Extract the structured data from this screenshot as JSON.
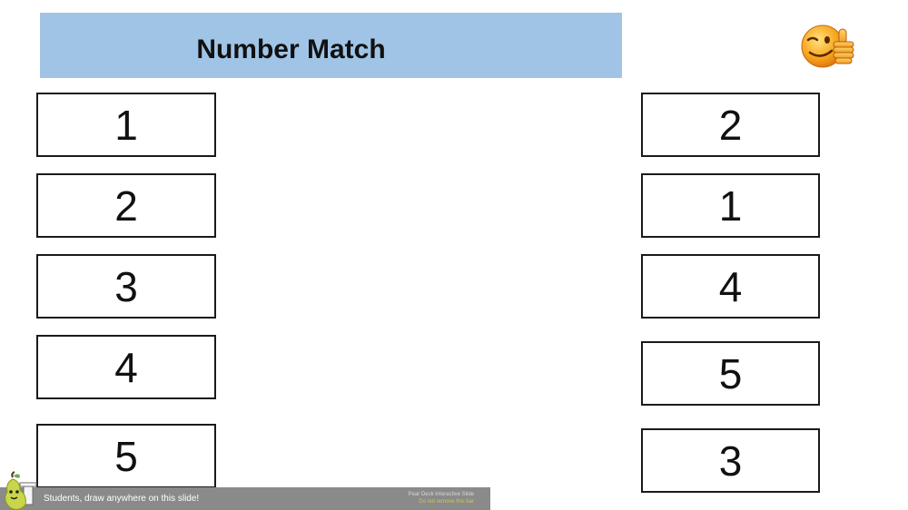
{
  "title": "Number Match",
  "left_numbers": [
    "1",
    "2",
    "3",
    "4",
    "5"
  ],
  "right_numbers": [
    "2",
    "1",
    "4",
    "5",
    "3"
  ],
  "icons": {
    "status": "winking-thumbs-up-emoji-icon",
    "footer": "pear-deck-logo-icon"
  },
  "footer": {
    "instruction": "Students, draw anywhere on this slide!",
    "brand_line1": "Pear Deck Interactive Slide",
    "brand_line2": "Do not remove this bar"
  },
  "colors": {
    "title_banner": "#a0c4e6",
    "footer_bar": "#8a8a8a",
    "box_border": "#1a1a1a"
  }
}
